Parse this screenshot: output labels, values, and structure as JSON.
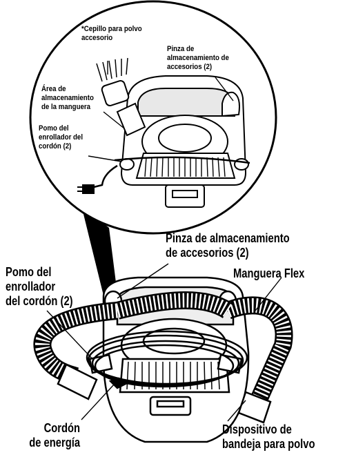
{
  "detail_labels": {
    "brush": [
      "*Cepillo para polvo",
      "accesorio"
    ],
    "clip_small": [
      "Pinza de",
      "almacenamiento de",
      "accesorios (2)"
    ],
    "hose_area": [
      "Área de",
      "almacenamiento",
      "de la manguera"
    ],
    "cord_knob_small": [
      "Pomo del",
      "enrollador del",
      "cordón (2)"
    ]
  },
  "main_labels": {
    "clip_large": [
      "Pinza de almacenamiento",
      "de accesorios (2)"
    ],
    "cord_knob_large": [
      "Pomo del",
      "enrollador",
      "del cordón (2)"
    ],
    "hose": [
      "Manguera Flex"
    ],
    "power_cord": [
      "Cordón",
      "de energía"
    ],
    "dust_tray": [
      "Dispositivo de",
      "bandeja para polvo"
    ]
  },
  "colors": {
    "ink": "#000000",
    "paper": "#ffffff",
    "shade": "#cfcfcf"
  }
}
